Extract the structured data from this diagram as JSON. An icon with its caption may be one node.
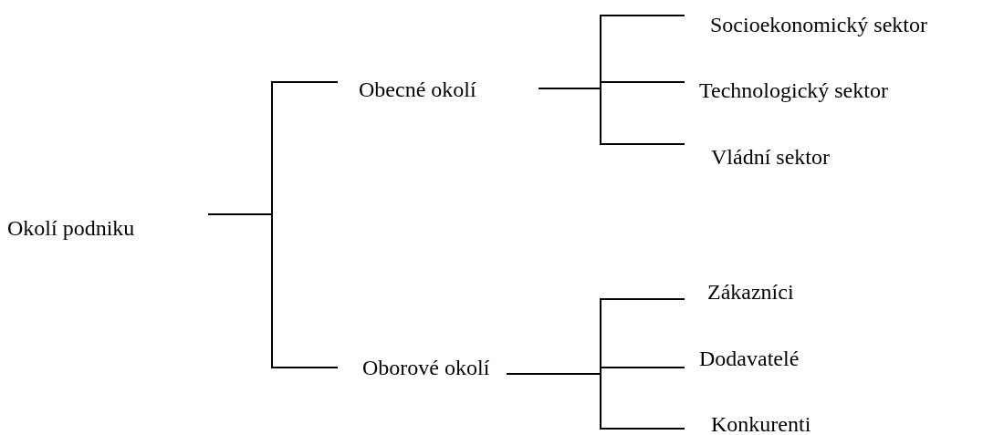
{
  "diagram": {
    "nodes": [
      {
        "text": [
          "Okolí podniku"
        ]
      },
      {
        "text": [
          "Obecné okolí"
        ]
      },
      {
        "text": [
          "Socioekonomický sektor"
        ]
      },
      {
        "text": [
          "Technologický sektor"
        ]
      },
      {
        "text": [
          "Vládní sektor"
        ]
      },
      {
        "text": [
          "Oborové okolí"
        ]
      },
      {
        "text": [
          "Zákazníci"
        ]
      },
      {
        "text": [
          "Dodavatelé"
        ]
      },
      {
        "text": [
          "Konkurenti"
        ]
      }
    ],
    "edges": [
      {
        "from": 0,
        "to": 1,
        "arrow": "none"
      },
      {
        "from": 0,
        "to": 5,
        "arrow": "none"
      },
      {
        "from": 1,
        "to": 2,
        "arrow": "none"
      },
      {
        "from": 1,
        "to": 3,
        "arrow": "none"
      },
      {
        "from": 1,
        "to": 4,
        "arrow": "none"
      },
      {
        "from": 5,
        "to": 6,
        "arrow": "none"
      },
      {
        "from": 5,
        "to": 7,
        "arrow": "none"
      },
      {
        "from": 5,
        "to": 8,
        "arrow": "none"
      }
    ]
  }
}
